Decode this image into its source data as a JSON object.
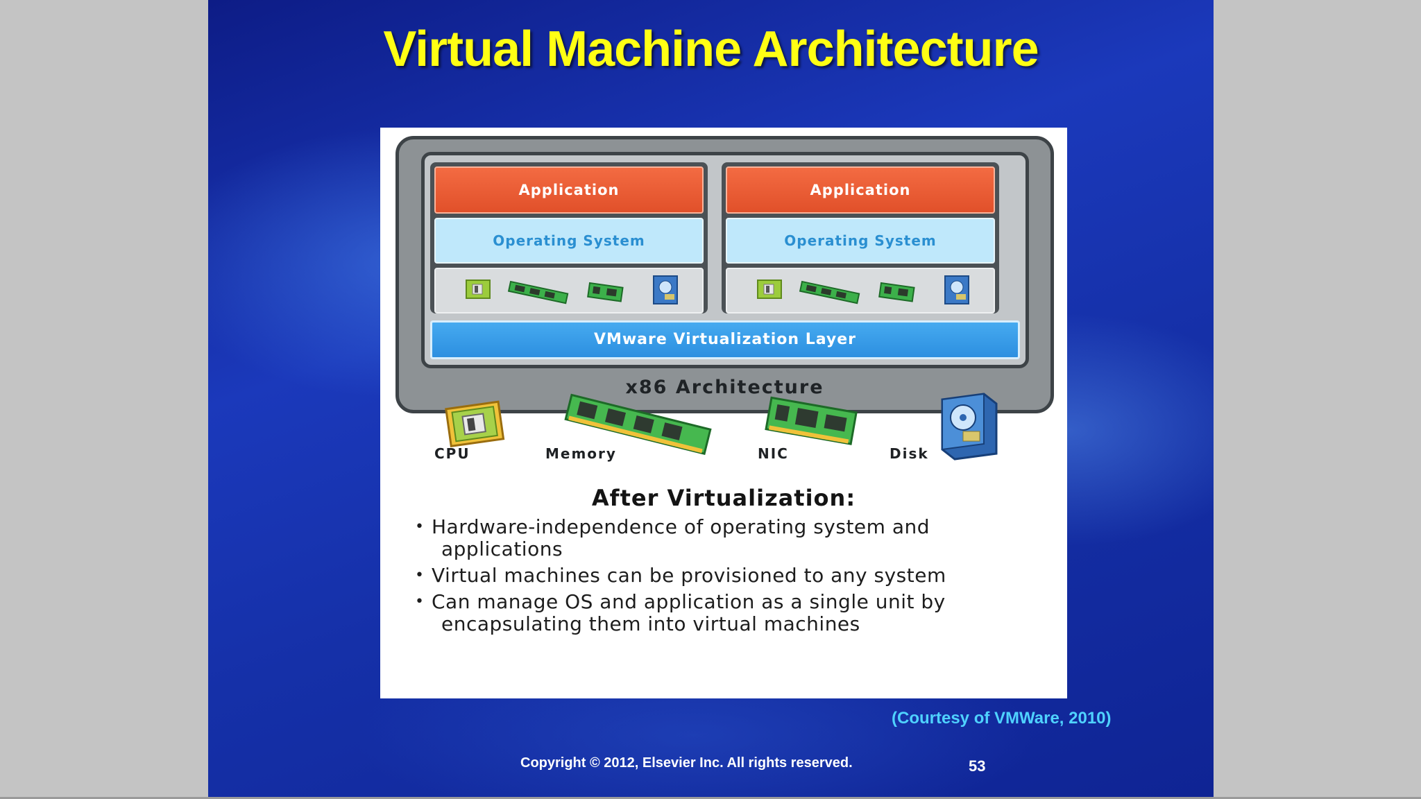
{
  "slide": {
    "title": "Virtual Machine Architecture",
    "courtesy": "(Courtesy of VMWare, 2010)",
    "copyright": "Copyright © 2012, Elsevier Inc. All rights reserved.",
    "page_number": "53"
  },
  "diagram": {
    "vms": [
      {
        "application": "Application",
        "operating_system": "Operating System"
      },
      {
        "application": "Application",
        "operating_system": "Operating System"
      }
    ],
    "virtualization_layer": "VMware Virtualization Layer",
    "architecture": "x86 Architecture",
    "hardware": [
      {
        "label": "CPU",
        "icon": "cpu-icon"
      },
      {
        "label": "Memory",
        "icon": "memory-icon"
      },
      {
        "label": "NIC",
        "icon": "nic-icon"
      },
      {
        "label": "Disk",
        "icon": "disk-icon"
      }
    ],
    "after_title": "After Virtualization:",
    "bullets": [
      "Hardware-independence of operating system and applications",
      "Virtual machines can be provisioned to any system",
      "Can manage OS and application as a single unit by encapsulating them into virtual machines"
    ]
  },
  "colors": {
    "title": "#ffff14",
    "application": "#e9582f",
    "operating_system": "#bfe8fb",
    "virtualization_layer": "#2c8fe0",
    "courtesy": "#4fd2ff"
  }
}
